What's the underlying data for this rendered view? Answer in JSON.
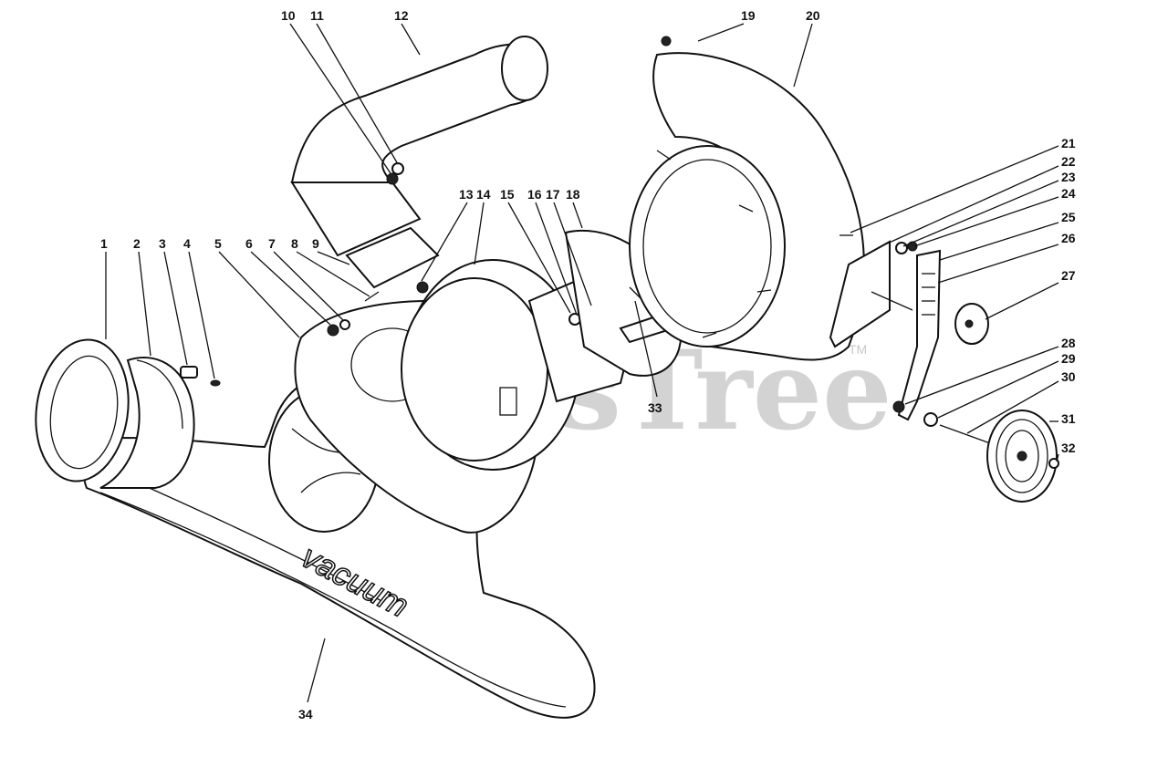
{
  "watermark": {
    "text": "PartsTree",
    "trademark": "TM"
  },
  "housing_lettering": "vacuum",
  "callouts": [
    "1",
    "2",
    "3",
    "4",
    "5",
    "6",
    "7",
    "8",
    "9",
    "10",
    "11",
    "12",
    "13",
    "14",
    "15",
    "16",
    "17",
    "18",
    "19",
    "20",
    "21",
    "22",
    "23",
    "24",
    "25",
    "26",
    "27",
    "28",
    "29",
    "30",
    "31",
    "32",
    "33",
    "34"
  ]
}
